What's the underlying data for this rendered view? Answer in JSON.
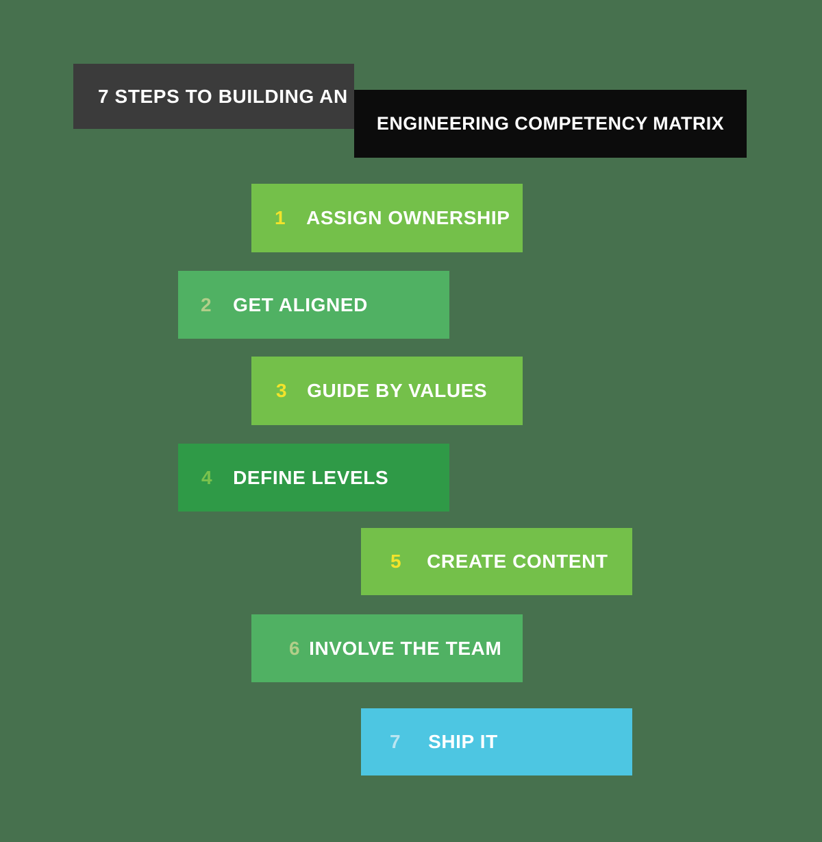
{
  "background_color": "#47714E",
  "header": {
    "kicker": "7 STEPS TO BUILDING AN",
    "kicker_bg": "#3B3B3B",
    "title": "ENGINEERING COMPETENCY MATRIX",
    "title_bg": "#0C0C0C",
    "text_color": "#FFFFFF"
  },
  "steps": [
    {
      "number": "1",
      "label": "ASSIGN OWNERSHIP",
      "bar_color": "#74C04A",
      "number_color": "#F2E32B"
    },
    {
      "number": "2",
      "label": "GET ALIGNED",
      "bar_color": "#50B163",
      "number_color": "#B2CE89"
    },
    {
      "number": "3",
      "label": "GUIDE BY VALUES",
      "bar_color": "#74C04A",
      "number_color": "#F2E32B"
    },
    {
      "number": "4",
      "label": "DEFINE LEVELS",
      "bar_color": "#2F9A47",
      "number_color": "#7AC24D"
    },
    {
      "number": "5",
      "label": "CREATE CONTENT",
      "bar_color": "#74C04A",
      "number_color": "#F2E32B"
    },
    {
      "number": "6",
      "label": "INVOLVE THE TEAM",
      "bar_color": "#50B163",
      "number_color": "#B2CE89"
    },
    {
      "number": "7",
      "label": "SHIP IT",
      "bar_color": "#4DC6E2",
      "number_color": "#BAE5F1"
    }
  ]
}
